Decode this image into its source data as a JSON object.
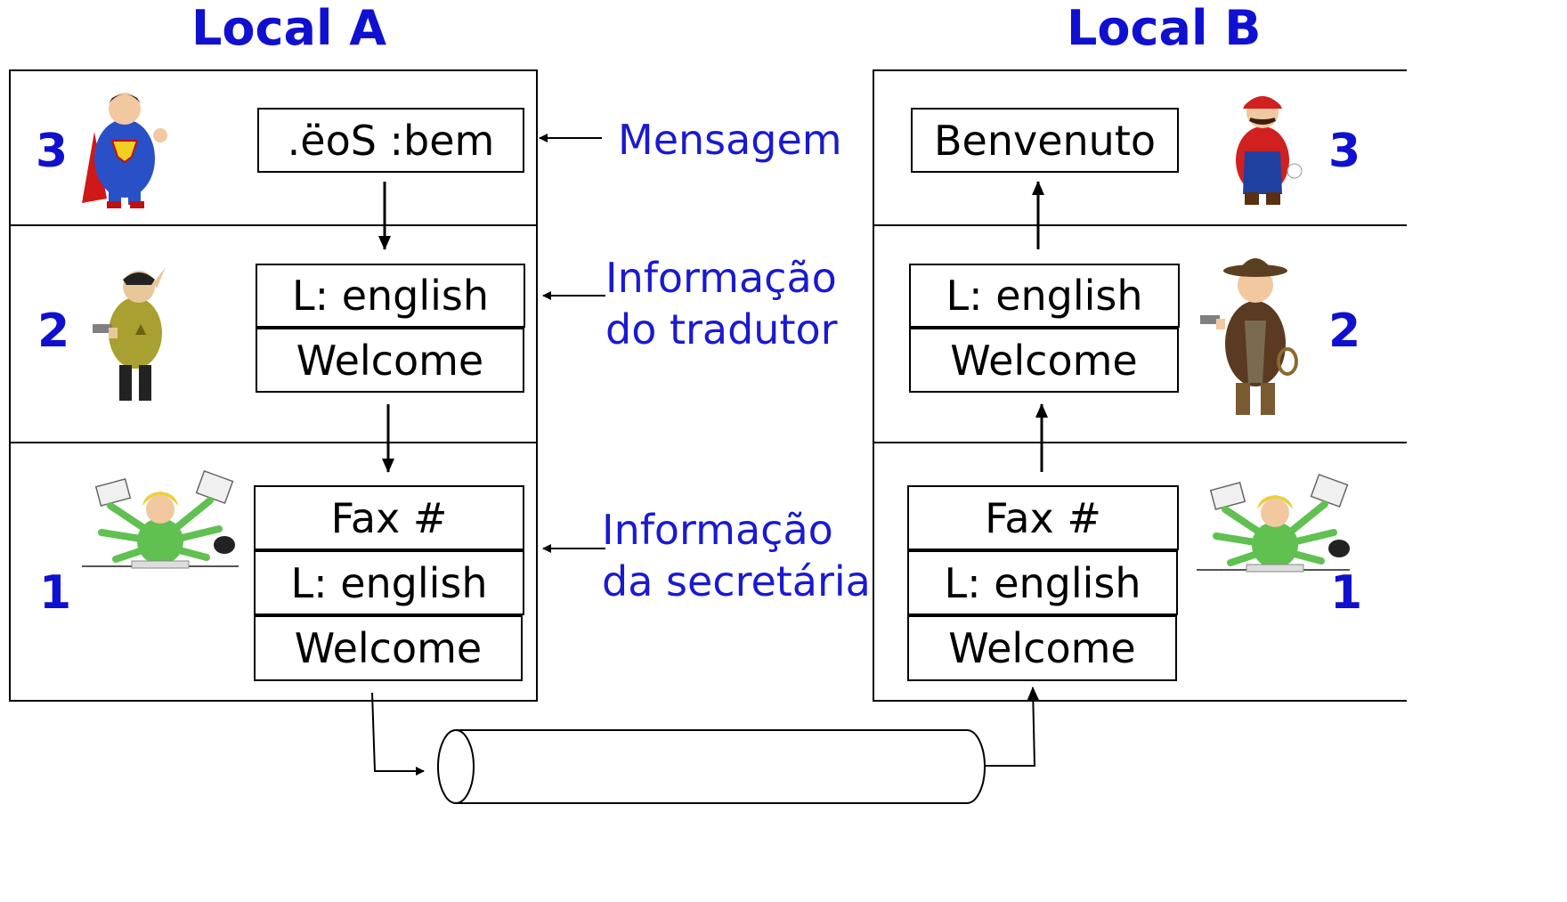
{
  "site_a": {
    "title": "Local A",
    "layers": [
      {
        "number": "3",
        "fields": [
          ".ëoS :bem"
        ]
      },
      {
        "number": "2",
        "fields": [
          "L: english",
          "Welcome"
        ]
      },
      {
        "number": "1",
        "fields": [
          "Fax #",
          "L: english",
          "Welcome"
        ]
      }
    ]
  },
  "site_b": {
    "title": "Local B",
    "layers": [
      {
        "number": "3",
        "fields": [
          "Benvenuto"
        ]
      },
      {
        "number": "2",
        "fields": [
          "L: english",
          "Welcome"
        ]
      },
      {
        "number": "1",
        "fields": [
          "Fax #",
          "L: english",
          "Welcome"
        ]
      }
    ]
  },
  "annotations": {
    "message": "Mensagem",
    "translator_line1": "Informação",
    "translator_line2": "do tradutor",
    "secretary_line1": "Informação",
    "secretary_line2": "da secretária"
  },
  "colors": {
    "accent": "#1010d0",
    "line": "#000000"
  },
  "icons": [
    "superhero-character",
    "alien-officer-character",
    "multi-armed-secretary-character",
    "plumber-character",
    "cowboy-character"
  ]
}
